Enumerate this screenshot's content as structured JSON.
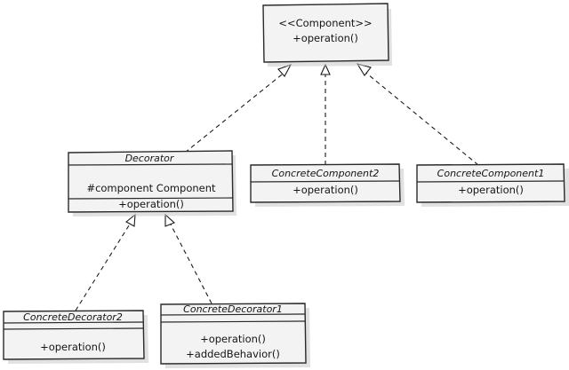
{
  "component": {
    "stereotype": "<<Component>>",
    "operation": "+operation()"
  },
  "decorator": {
    "name": "Decorator",
    "attribute": "#component Component",
    "operation": "+operation()"
  },
  "concrete_component_2": {
    "name": "ConcreteComponent2",
    "operation": "+operation()"
  },
  "concrete_component_1": {
    "name": "ConcreteComponent1",
    "operation": "+operation()"
  },
  "concrete_decorator_2": {
    "name": "ConcreteDecorator2",
    "operation": "+operation()"
  },
  "concrete_decorator_1": {
    "name": "ConcreteDecorator1",
    "operation": "+operation()",
    "method": "+addedBehavior()"
  }
}
